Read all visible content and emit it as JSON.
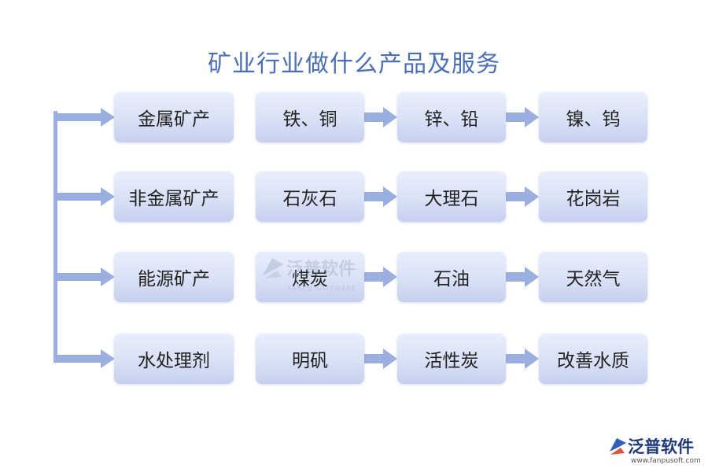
{
  "title": "矿业行业做什么产品及服务",
  "rows": [
    {
      "category": "金属矿产",
      "items": [
        "铁、铜",
        "锌、铅",
        "镍、钨"
      ]
    },
    {
      "category": "非金属矿产",
      "items": [
        "石灰石",
        "大理石",
        "花岗岩"
      ]
    },
    {
      "category": "能源矿产",
      "items": [
        "煤炭",
        "石油",
        "天然气"
      ]
    },
    {
      "category": "水处理剂",
      "items": [
        "明矾",
        "活性炭",
        "改善水质"
      ]
    }
  ],
  "watermark": {
    "text": "泛普软件",
    "sub": "FANPU SOFTWARE"
  },
  "logo": {
    "name": "泛普软件",
    "url": "www.fanpusoft.com"
  },
  "colors": {
    "arrow": "#9aaee0",
    "title": "#4a6fb5",
    "logo": "#1f3a78"
  }
}
